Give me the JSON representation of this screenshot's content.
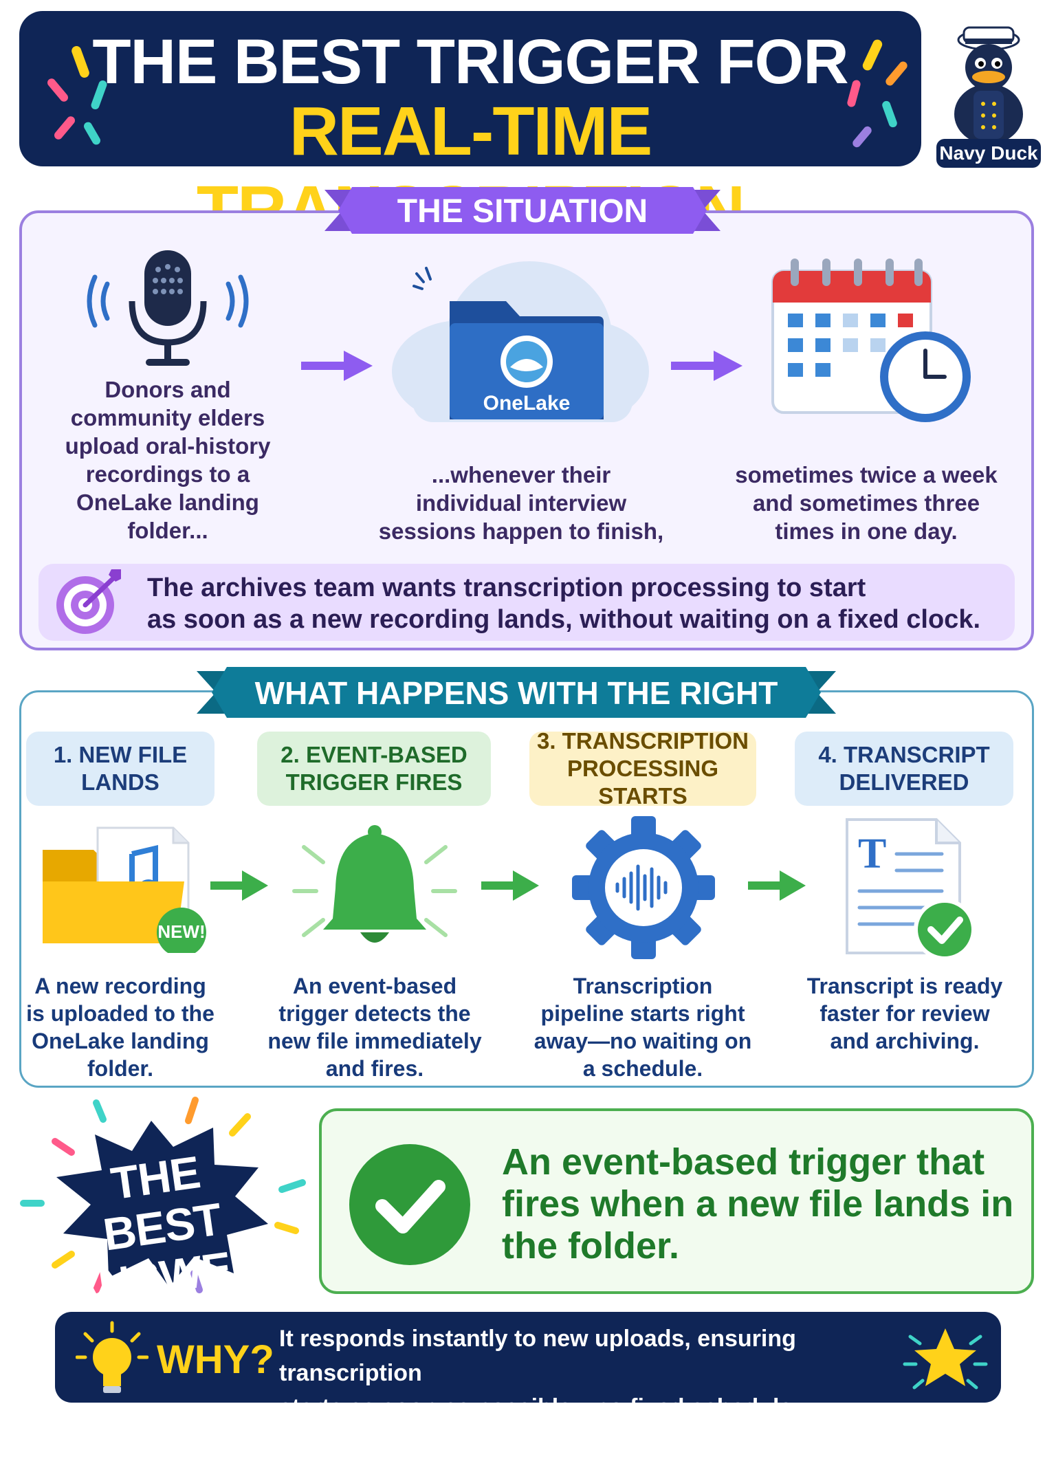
{
  "header": {
    "title_line1": "THE BEST TRIGGER FOR",
    "title_line2": "REAL-TIME TRANSCRIPTION",
    "mascot_label": "Navy Duck"
  },
  "situation": {
    "title": "THE SITUATION",
    "col1": "Donors and community elders upload oral-history recordings to a OneLake landing folder...",
    "folder_label": "OneLake",
    "col2": "...whenever their individual interview sessions happen to finish,",
    "col3": "sometimes twice a week and sometimes three times in one day.",
    "goal_line1": "The archives team wants transcription processing to start",
    "goal_line2": "as soon as a new recording lands, without waiting on a fixed clock."
  },
  "steps": {
    "title": "WHAT HAPPENS WITH THE RIGHT TRIGGER",
    "items": [
      {
        "label_line1": "1. NEW FILE",
        "label_line2": "LANDS",
        "text": "A new recording is uploaded to the OneLake landing folder.",
        "badge": "NEW!"
      },
      {
        "label_line1": "2. EVENT-BASED",
        "label_line2": "TRIGGER FIRES",
        "text": "An event-based trigger detects the new file immediately and fires."
      },
      {
        "label_line1": "3. TRANSCRIPTION",
        "label_line2": "PROCESSING STARTS",
        "text": "Transcription pipeline starts right away—no waiting on a schedule."
      },
      {
        "label_line1": "4. TRANSCRIPT",
        "label_line2": "DELIVERED",
        "text": "Transcript is ready faster for review and archiving."
      }
    ]
  },
  "answer": {
    "badge_line1": "THE BEST",
    "badge_line2": "ANSWER!",
    "text": "An event-based trigger that fires when a new file lands in the folder."
  },
  "why": {
    "label": "WHY?",
    "line1": "It responds instantly to new uploads, ensuring transcription",
    "line2": "starts as soon as possible—no fixed schedule required!"
  },
  "colors": {
    "navy": "#0f2556",
    "yellow": "#ffd21a",
    "purple": "#8b5cf6",
    "teal": "#0e7c99",
    "green": "#3cae4a",
    "blue": "#2f6fc7"
  }
}
